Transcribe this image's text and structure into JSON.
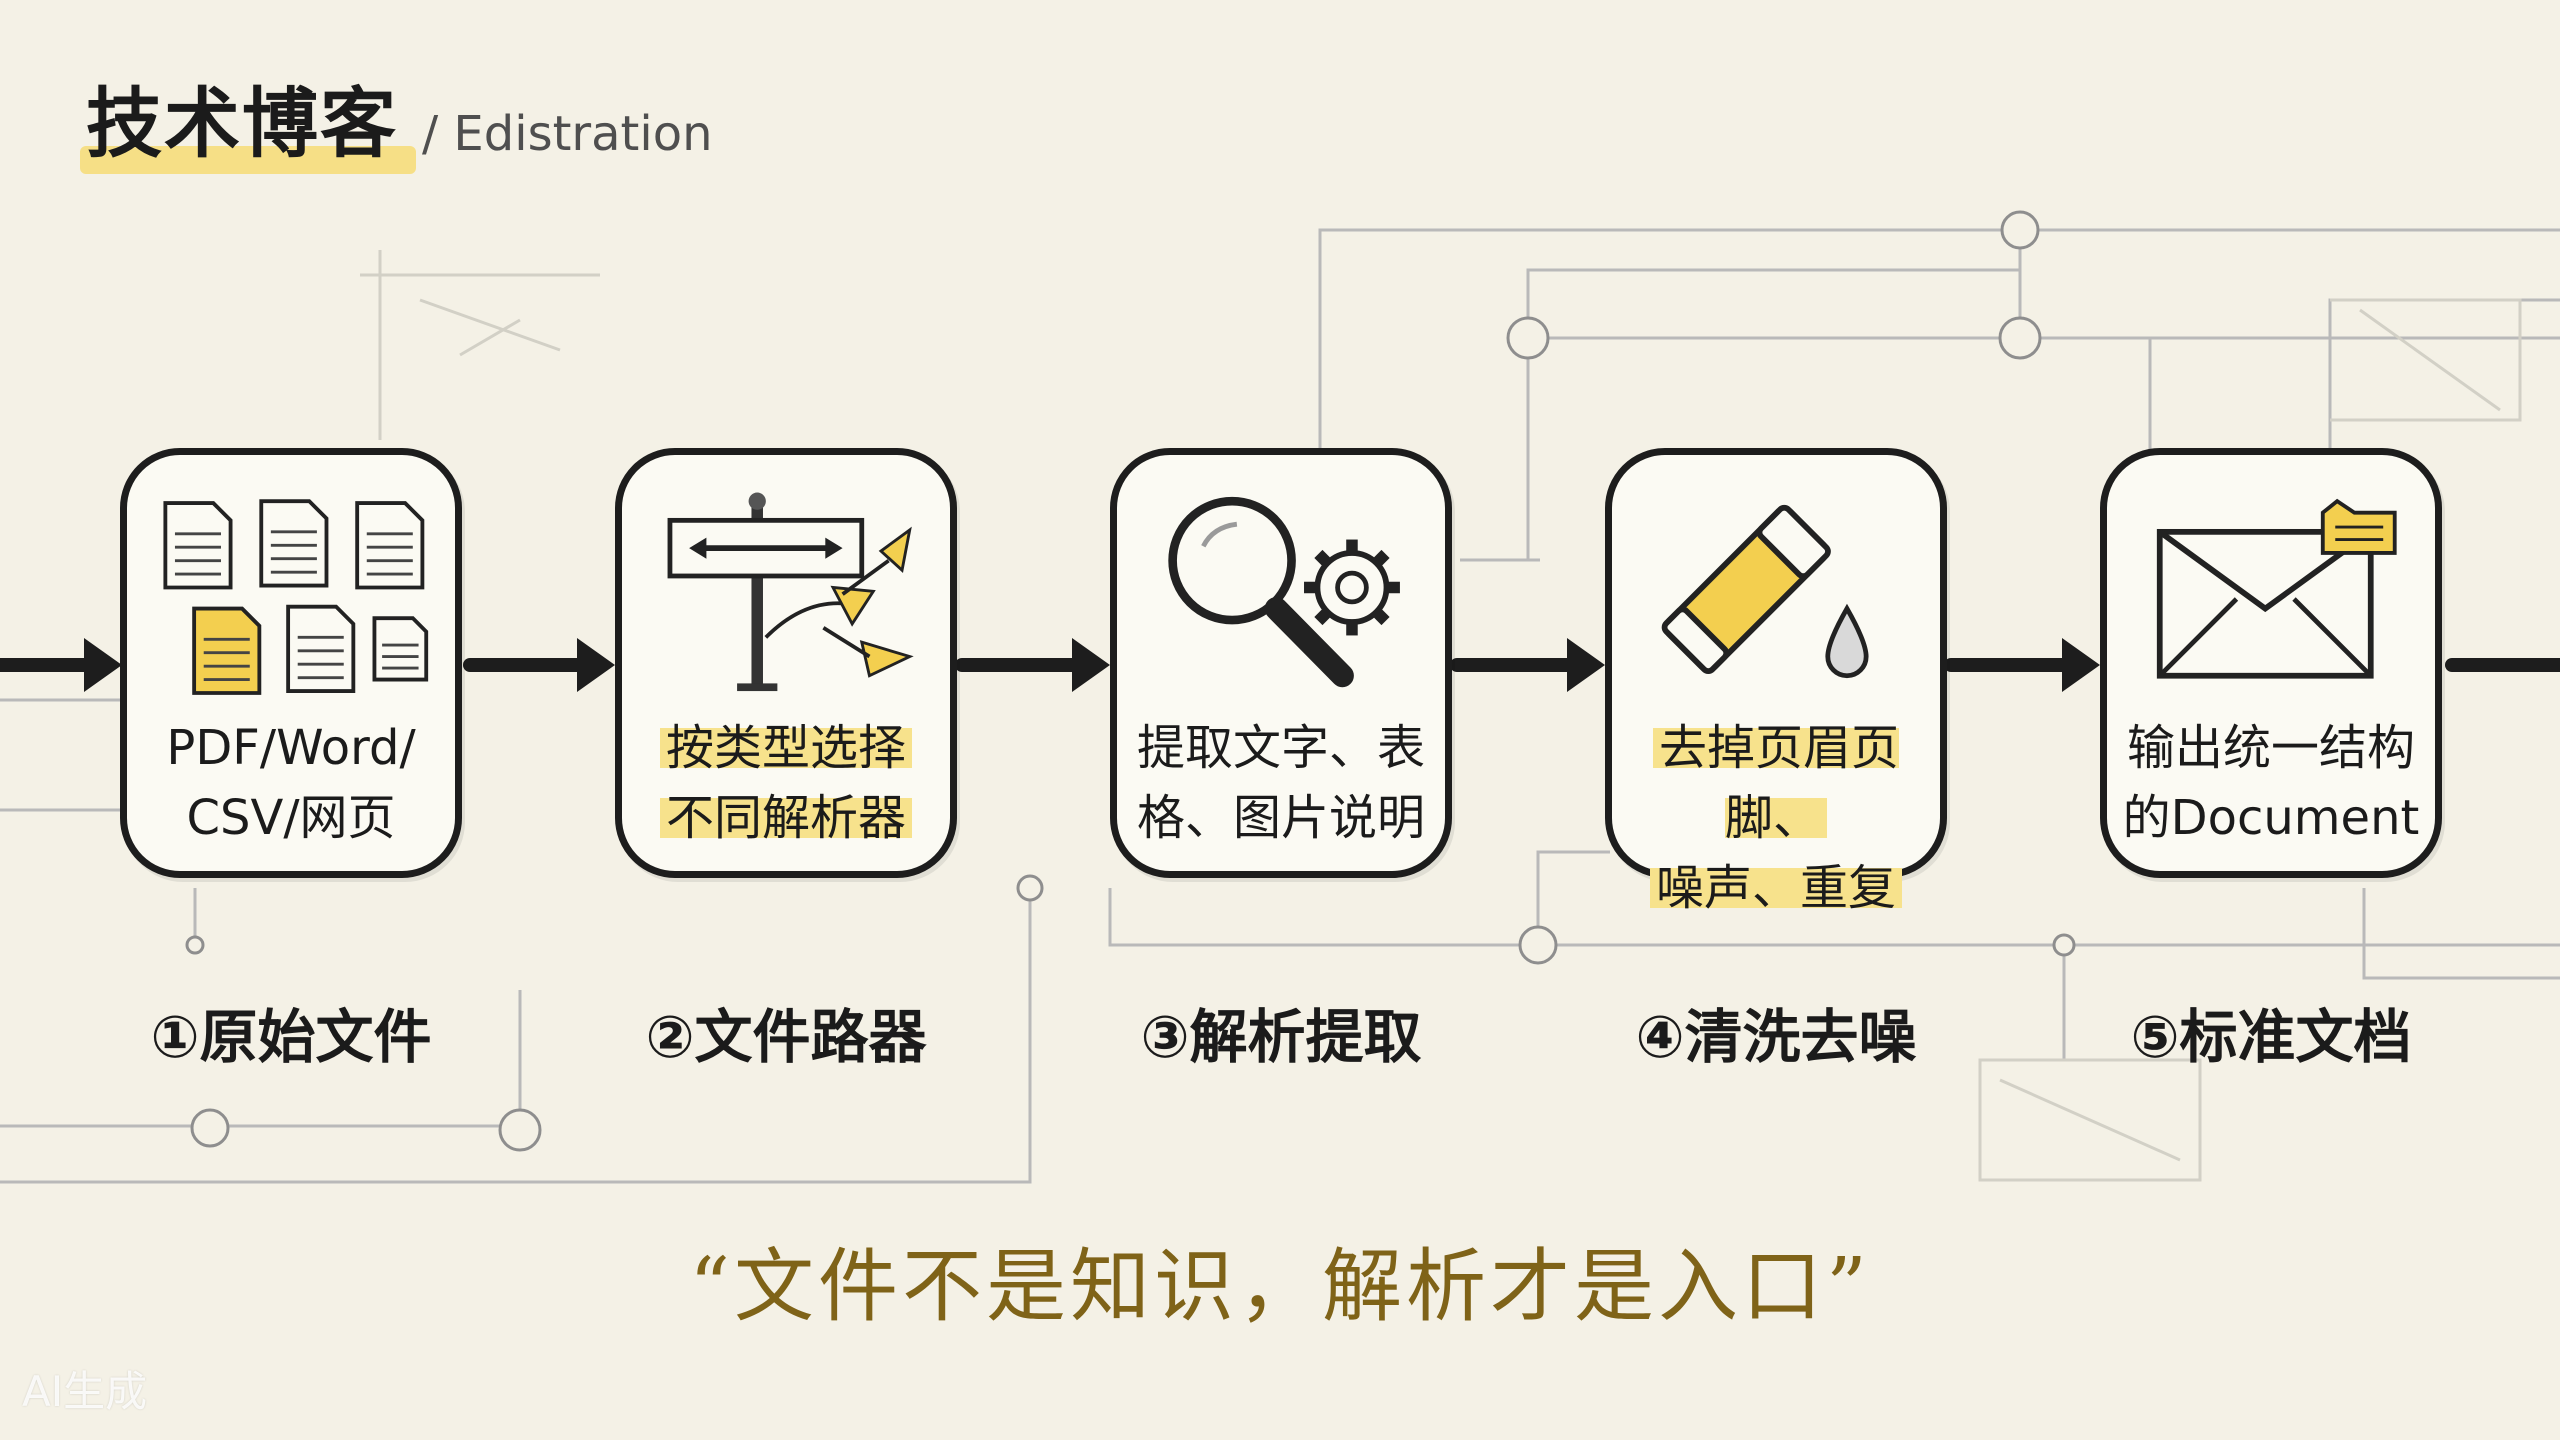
{
  "header": {
    "title": "技术博客",
    "subtitle": "/ Edistration"
  },
  "nodes": [
    {
      "line1": "PDF/Word/",
      "line2": "CSV/网页",
      "step": "①原始文件",
      "icon": "documents-icon"
    },
    {
      "line1": "按类型选择",
      "line2": "不同解析器",
      "step": "②文件路器",
      "icon": "signpost-icon"
    },
    {
      "line1": "提取文字、表",
      "line2": "格、图片说明",
      "step": "③解析提取",
      "icon": "magnifier-gear-icon"
    },
    {
      "line1": "去掉页眉页脚、",
      "line2": "噪声、重复",
      "step": "④清洗去噪",
      "icon": "eraser-icon"
    },
    {
      "line1": "输出统一结构",
      "line2": "的Document",
      "step": "⑤标准文档",
      "icon": "envelope-icon"
    }
  ],
  "quote": "“文件不是知识，解析才是入口”",
  "watermark": "AI生成",
  "colors": {
    "accent": "#f6df86",
    "ink": "#1d1d1d",
    "quote": "#7f6318",
    "background": "#f4f1e6"
  }
}
